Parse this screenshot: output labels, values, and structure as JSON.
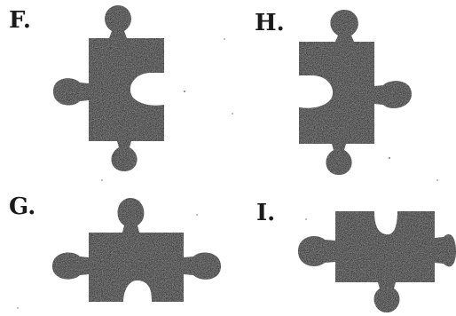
{
  "options": [
    {
      "id": "F",
      "label": "F."
    },
    {
      "id": "H",
      "label": "H."
    },
    {
      "id": "G",
      "label": "G."
    },
    {
      "id": "I",
      "label": "I."
    }
  ],
  "colors": {
    "piece": "#3c3c3c",
    "label": "#1a1a1a",
    "background": "#ffffff"
  }
}
